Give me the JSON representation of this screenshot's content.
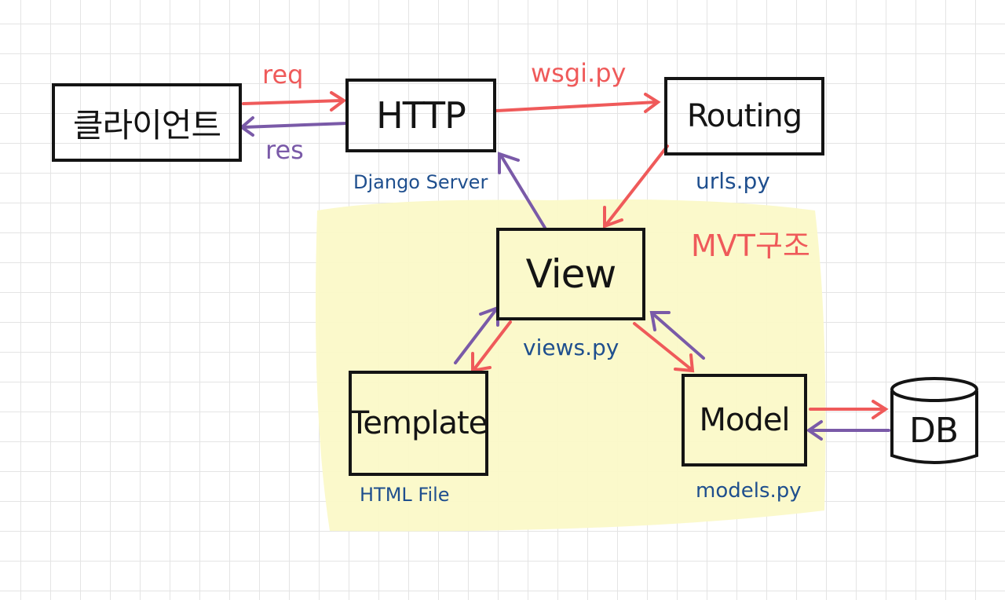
{
  "colors": {
    "request": "#ef5a5a",
    "response": "#7a5aa8",
    "annotation": "#1f4f8e",
    "highlight": "#fbf9c8"
  },
  "boxes": {
    "client": "클라이언트",
    "http": "HTTP",
    "routing": "Routing",
    "view": "View",
    "template": "Template",
    "model": "Model",
    "db": "DB"
  },
  "labels": {
    "req": "req",
    "res": "res",
    "wsgi": "wsgi.py",
    "django_server": "Django Server",
    "urls": "urls.py",
    "mvt": "MVT구조",
    "views": "views.py",
    "html_file": "HTML File",
    "models": "models.py"
  }
}
